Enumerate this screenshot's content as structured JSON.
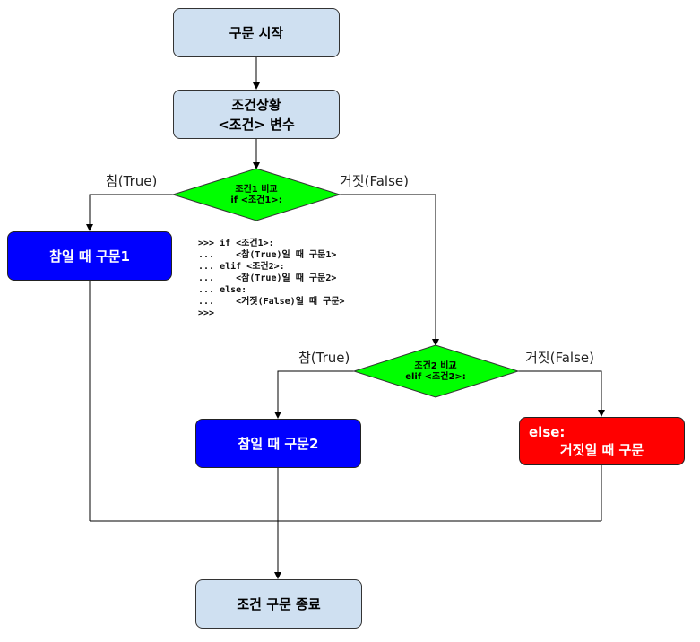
{
  "nodes": {
    "start": "구문 시작",
    "condition_line1": "조건상황",
    "condition_line2": "<조건> 변수",
    "diamond1_line1": "조건1 비교",
    "diamond1_line2": "if <조건1>:",
    "true1": "참일 때 구문1",
    "diamond2_line1": "조건2 비교",
    "diamond2_line2": "elif <조건2>:",
    "true2": "참일 때 구문2",
    "else_line1": "else:",
    "else_line2": "거짓일 때 구문",
    "end": "조건 구문 종료"
  },
  "labels": {
    "true_label_1": "참(True)",
    "false_label_1": "거짓(False)",
    "true_label_2": "참(True)",
    "false_label_2": "거짓(False)"
  },
  "code_snippet": ">>> if <조건1>:\n...    <참(True)일 때 구문1>\n... elif <조건2>:\n...    <참(True)일 때 구문2>\n... else:\n...    <거짓(False)일 때 구문>\n>>>",
  "colors": {
    "light_box": "#cfe0f1",
    "decision": "#00ff00",
    "true_box": "#0000ff",
    "else_box": "#ff0000"
  }
}
